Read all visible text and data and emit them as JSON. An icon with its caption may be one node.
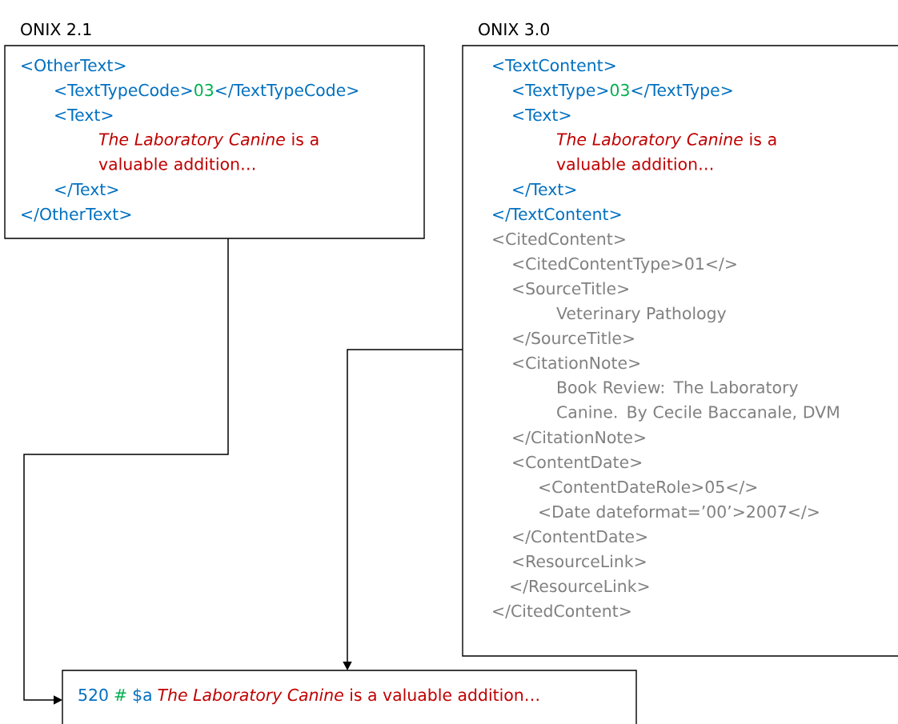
{
  "diagram": {
    "nodes": [
      {
        "text": [
          "ONIX 2.1",
          "<OtherText>",
          "<TextTypeCode>",
          "03",
          "</TextTypeCode>",
          "<Text>",
          "*The Laboratory Canine* is a valuable addition…",
          "</Text>",
          "</OtherText>"
        ]
      },
      {
        "text": [
          "ONIX 3.0",
          "<TextContent>",
          "<TextType>",
          "03",
          "</TextType>",
          "<Text>",
          "*The Laboratory Canine* is a valuable addition…",
          "</Text>",
          "</TextContent>",
          "<CitedContent>",
          "<CitedContentType>01</>",
          "<SourceTitle>",
          "Veterinary Pathology",
          "</SourceTitle>",
          "<CitationNote>",
          "Book Review: The Laboratory Canine. By Cecile Baccanale, DVM",
          "</CitationNote>",
          "<ContentDate>",
          "<ContentDateRole>05</>",
          "<Date dateformat=’00’>2007</>",
          "</ContentDate>",
          "<ResourceLink>",
          "</ResourceLink>",
          "</CitedContent>"
        ]
      },
      {
        "text": [
          "520",
          "#",
          "$a",
          "*The Laboratory Canine* is a valuable addition…"
        ]
      }
    ],
    "edges": [
      {
        "from": 0,
        "to": 2,
        "arrow": "to"
      },
      {
        "from": 1,
        "to": 2,
        "arrow": "to"
      }
    ]
  }
}
